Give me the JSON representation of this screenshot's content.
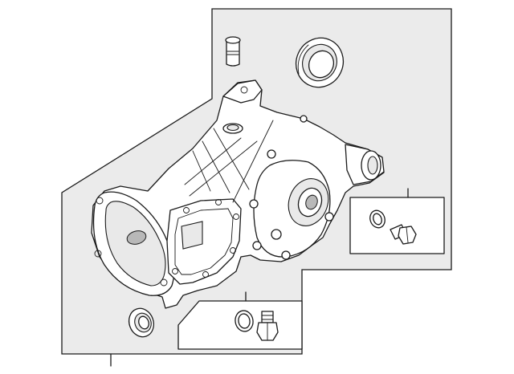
{
  "diagram": {
    "parts": [
      "breather-plug",
      "axle-oil-seal-right",
      "differential-housing",
      "drain-plug-gasket",
      "drain-plug",
      "axle-oil-seal-left",
      "fill-plug-gasket",
      "fill-plug"
    ]
  }
}
